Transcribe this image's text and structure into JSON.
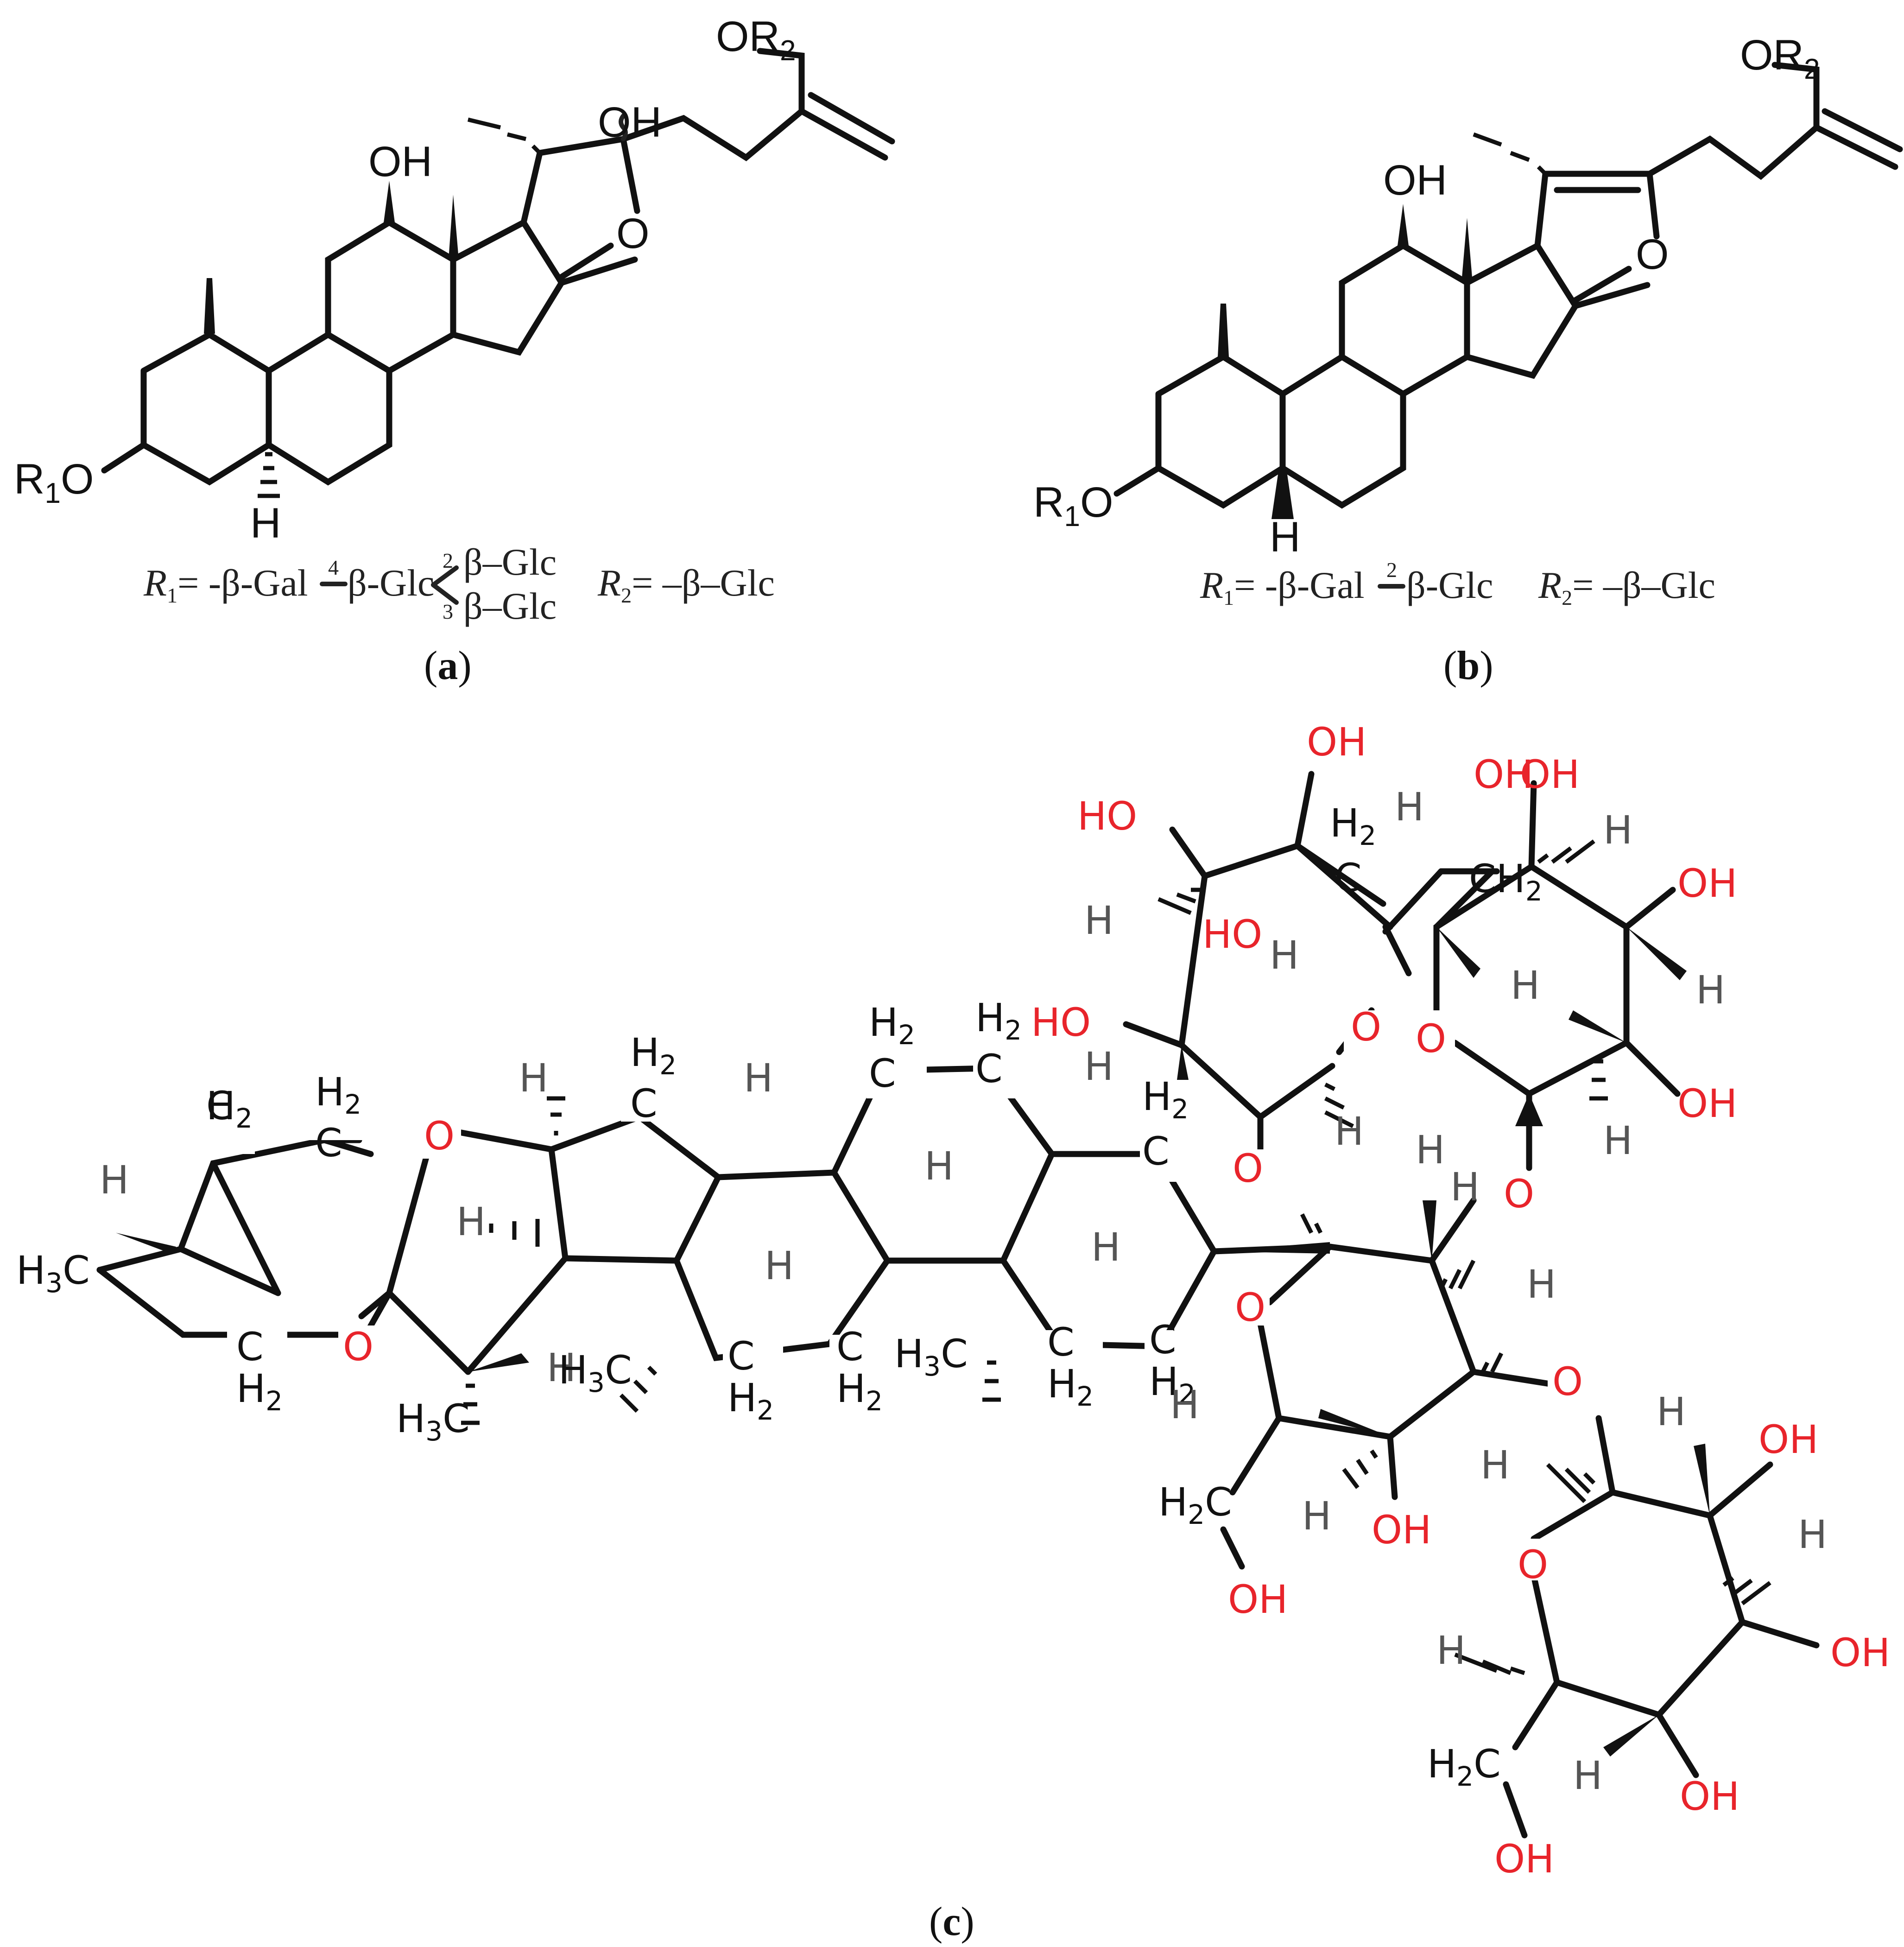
{
  "panel_a": {
    "atoms": {
      "or2": "OR",
      "or2_sub": "2",
      "oh": "OH",
      "oh12": "OH",
      "ring_o": "O",
      "r1o_r": "R",
      "r1o_sub": "1",
      "r1o_o": "O",
      "h5": "H"
    },
    "formula": {
      "r1": "R",
      "r1_sub": "1",
      "r1_text": "= -β-Gal",
      "link4": "4",
      "glc_mid": "β-Glc",
      "branch_2": "2",
      "branch_3": "3",
      "glc_top": "β–Glc",
      "glc_bottom": "β–Glc",
      "r2": "R",
      "r2_sub": "2",
      "r2_text": "= –β–Glc"
    },
    "caption": {
      "open": "(",
      "letter": "a",
      "close": ")"
    }
  },
  "panel_b": {
    "atoms": {
      "or2": "OR",
      "or2_sub": "2",
      "oh12": "OH",
      "ring_o": "O",
      "r1o_r": "R",
      "r1o_sub": "1",
      "r1o_o": "O",
      "h5": "H"
    },
    "formula": {
      "r1": "R",
      "r1_sub": "1",
      "r1_text": "= -β-Gal",
      "link2": "2",
      "glc_mid": "β-Glc",
      "r2": "R",
      "r2_sub": "2",
      "r2_text": "= –β–Glc"
    },
    "caption": {
      "open": "(",
      "letter": "b",
      "close": ")"
    }
  },
  "panel_c": {
    "atoms": {
      "h3c_left": "H",
      "h3c_left_sub": "3",
      "h3c_left_c": "C",
      "h_left": "H",
      "ch2_a_h": "H",
      "ch2_a_sub": "2",
      "ch2_a_c": "C",
      "ch2_b_h": "H",
      "ch2_b_sub": "2",
      "ch2_b_c": "C",
      "ch2_c_c": "C",
      "ch2_c_h": "H",
      "ch2_c_sub": "2",
      "o_spiro_top": "O",
      "o_spiro_bottom": "O",
      "h_spiro": "H",
      "h3c_20": "H",
      "h3c_20_sub": "3",
      "h3c_20_c": "C",
      "h_20": "H",
      "h_16": "H",
      "ch2_15_h": "H",
      "ch2_15_sub": "2",
      "ch2_15_c": "C",
      "h_14": "H",
      "h3c_13": "H",
      "h3c_13_sub": "3",
      "h3c_13_c": "C",
      "ch2_12_c": "C",
      "ch2_12_h": "H",
      "ch2_12_sub": "2",
      "ch2_11_c": "C",
      "ch2_11_h": "H",
      "ch2_11_sub": "2",
      "h_9": "H",
      "h_8": "H",
      "h3c_10": "H",
      "h3c_10_sub": "3",
      "h3c_10_c": "C",
      "ch2_7_h": "H",
      "ch2_7_sub": "2",
      "ch2_7_c": "C",
      "ch2_6_h": "H",
      "ch2_6_sub": "2",
      "ch2_6_c": "C",
      "h_5": "H",
      "ch2_4_h": "H",
      "ch2_4_sub": "2",
      "ch2_4_c": "C",
      "ch2_1_c": "C",
      "ch2_1_h": "H",
      "ch2_1_sub": "2",
      "ch2_2_c": "C",
      "ch2_2_h": "H",
      "ch2_2_sub": "2",
      "h_3": "H",
      "o_link_top": "O",
      "o_gal_ring": "O",
      "h_gal_1": "H",
      "o_link_right": "O",
      "h_gal_3": "H",
      "o_link_glc3": "O",
      "h_gal_5": "H",
      "h_gal_4": "H",
      "oh_gal_4": "OH",
      "h2c_gal": "H",
      "h2c_gal_sub": "2",
      "h2c_gal_c": "C",
      "oh_gal_6": "OH",
      "oh_s1_top": "OH",
      "ho_s1_left": "HO",
      "h_s1_a": "H",
      "ho_s1_mid": "HO",
      "h_s1_b": "H",
      "o_s1_ring": "O",
      "h2c_s1_h": "H",
      "h2c_s1_sub": "2",
      "h2c_s1_c": "C",
      "h_s1_c": "H",
      "h_s1_d": "H",
      "ho_s1_c6": "HO",
      "oh_s2_top": "OH",
      "oh_s2_top2": "OH",
      "ch2_s2_c": "CH",
      "ch2_s2_sub": "2",
      "h_s2_a": "H",
      "oh_s2_right": "OH",
      "h_s2_b": "H",
      "h_s2_c": "H",
      "o_s2_ring": "O",
      "oh_s2_low": "OH",
      "h_s2_d": "H",
      "h_s2_e": "H",
      "h_s3_a": "H",
      "oh_s3_a": "OH",
      "h_s3_b": "H",
      "h_s3_c": "H",
      "oh_s3_b": "OH",
      "o_s3_ring": "O",
      "h_s3_d": "H",
      "oh_s3_c": "OH",
      "h2c_s3": "H",
      "h2c_s3_sub": "2",
      "h2c_s3_c": "C",
      "h_s3_e": "H",
      "oh_s3_d": "OH"
    },
    "caption": {
      "open": "(",
      "letter": "c",
      "close": ")"
    }
  }
}
